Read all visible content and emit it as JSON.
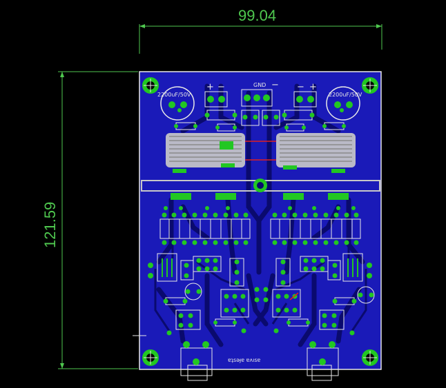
{
  "dimensions": {
    "width_label": "99.04",
    "height_label": "121.59"
  },
  "board": {
    "top_labels": {
      "left_polarity_plus": "+",
      "left_polarity_minus": "−",
      "gnd": "GND",
      "gnd_minus": "−",
      "right_polarity_minus": "−",
      "right_polarity_plus": "+"
    },
    "capacitor_left_label": "2200uF/50V",
    "capacitor_right_label": "2200uF/50V",
    "bottom_text": "ɐʇsǝɟɐ ɐʌısɐ"
  },
  "colors": {
    "background": "#000000",
    "board": "#1a1ab8",
    "board_outline": "#e8e8e8",
    "copper_trace": "#0a0a6e",
    "pad": "#22c722",
    "silkscreen": "#e8e8e8",
    "dimension": "#4fc84f",
    "heatsink": "#c8c8c8",
    "highlight_red": "#e02020"
  }
}
